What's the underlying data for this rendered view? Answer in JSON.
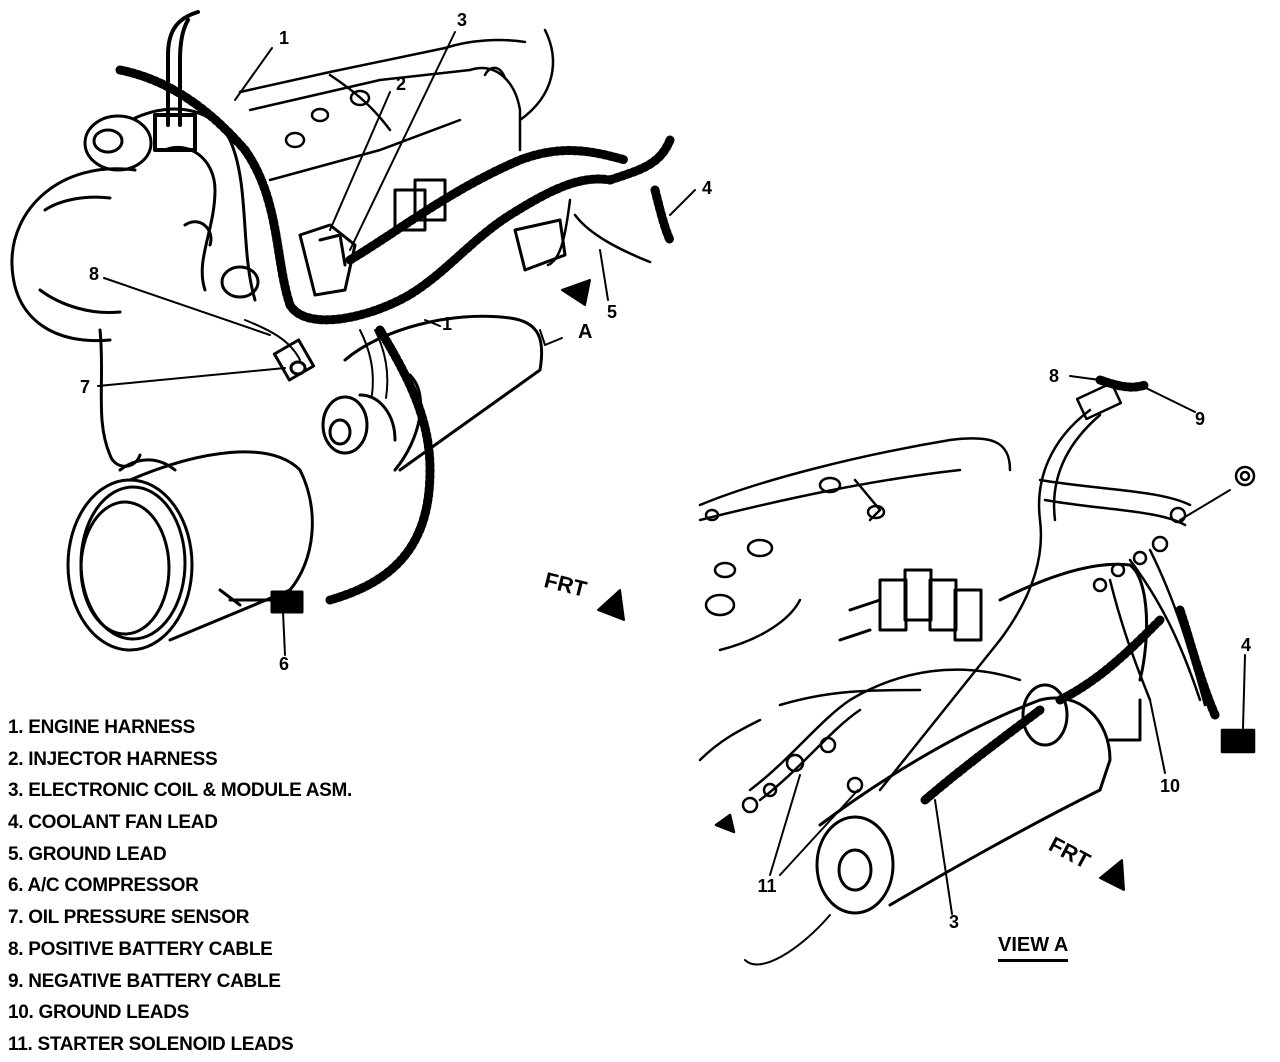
{
  "legend": [
    "1. ENGINE HARNESS",
    "2. INJECTOR HARNESS",
    "3. ELECTRONIC COIL & MODULE ASM.",
    "4. COOLANT FAN LEAD",
    "5. GROUND LEAD",
    "6. A/C COMPRESSOR",
    "7. OIL PRESSURE SENSOR",
    "8. POSITIVE BATTERY CABLE",
    "9. NEGATIVE BATTERY CABLE",
    "10. GROUND LEADS",
    "11. STARTER SOLENOID LEADS"
  ],
  "callouts": {
    "main_1": "1",
    "main_2": "2",
    "main_3": "3",
    "main_4": "4",
    "main_5": "5",
    "main_6": "6",
    "main_7": "7",
    "main_8": "8",
    "main_1b": "1",
    "view_3": "3",
    "view_4": "4",
    "view_8": "8",
    "view_9": "9",
    "view_10": "10",
    "view_11": "11"
  },
  "labels": {
    "view_marker": "A",
    "front_main": "FRT",
    "front_view": "FRT",
    "view_title": "VIEW A"
  }
}
